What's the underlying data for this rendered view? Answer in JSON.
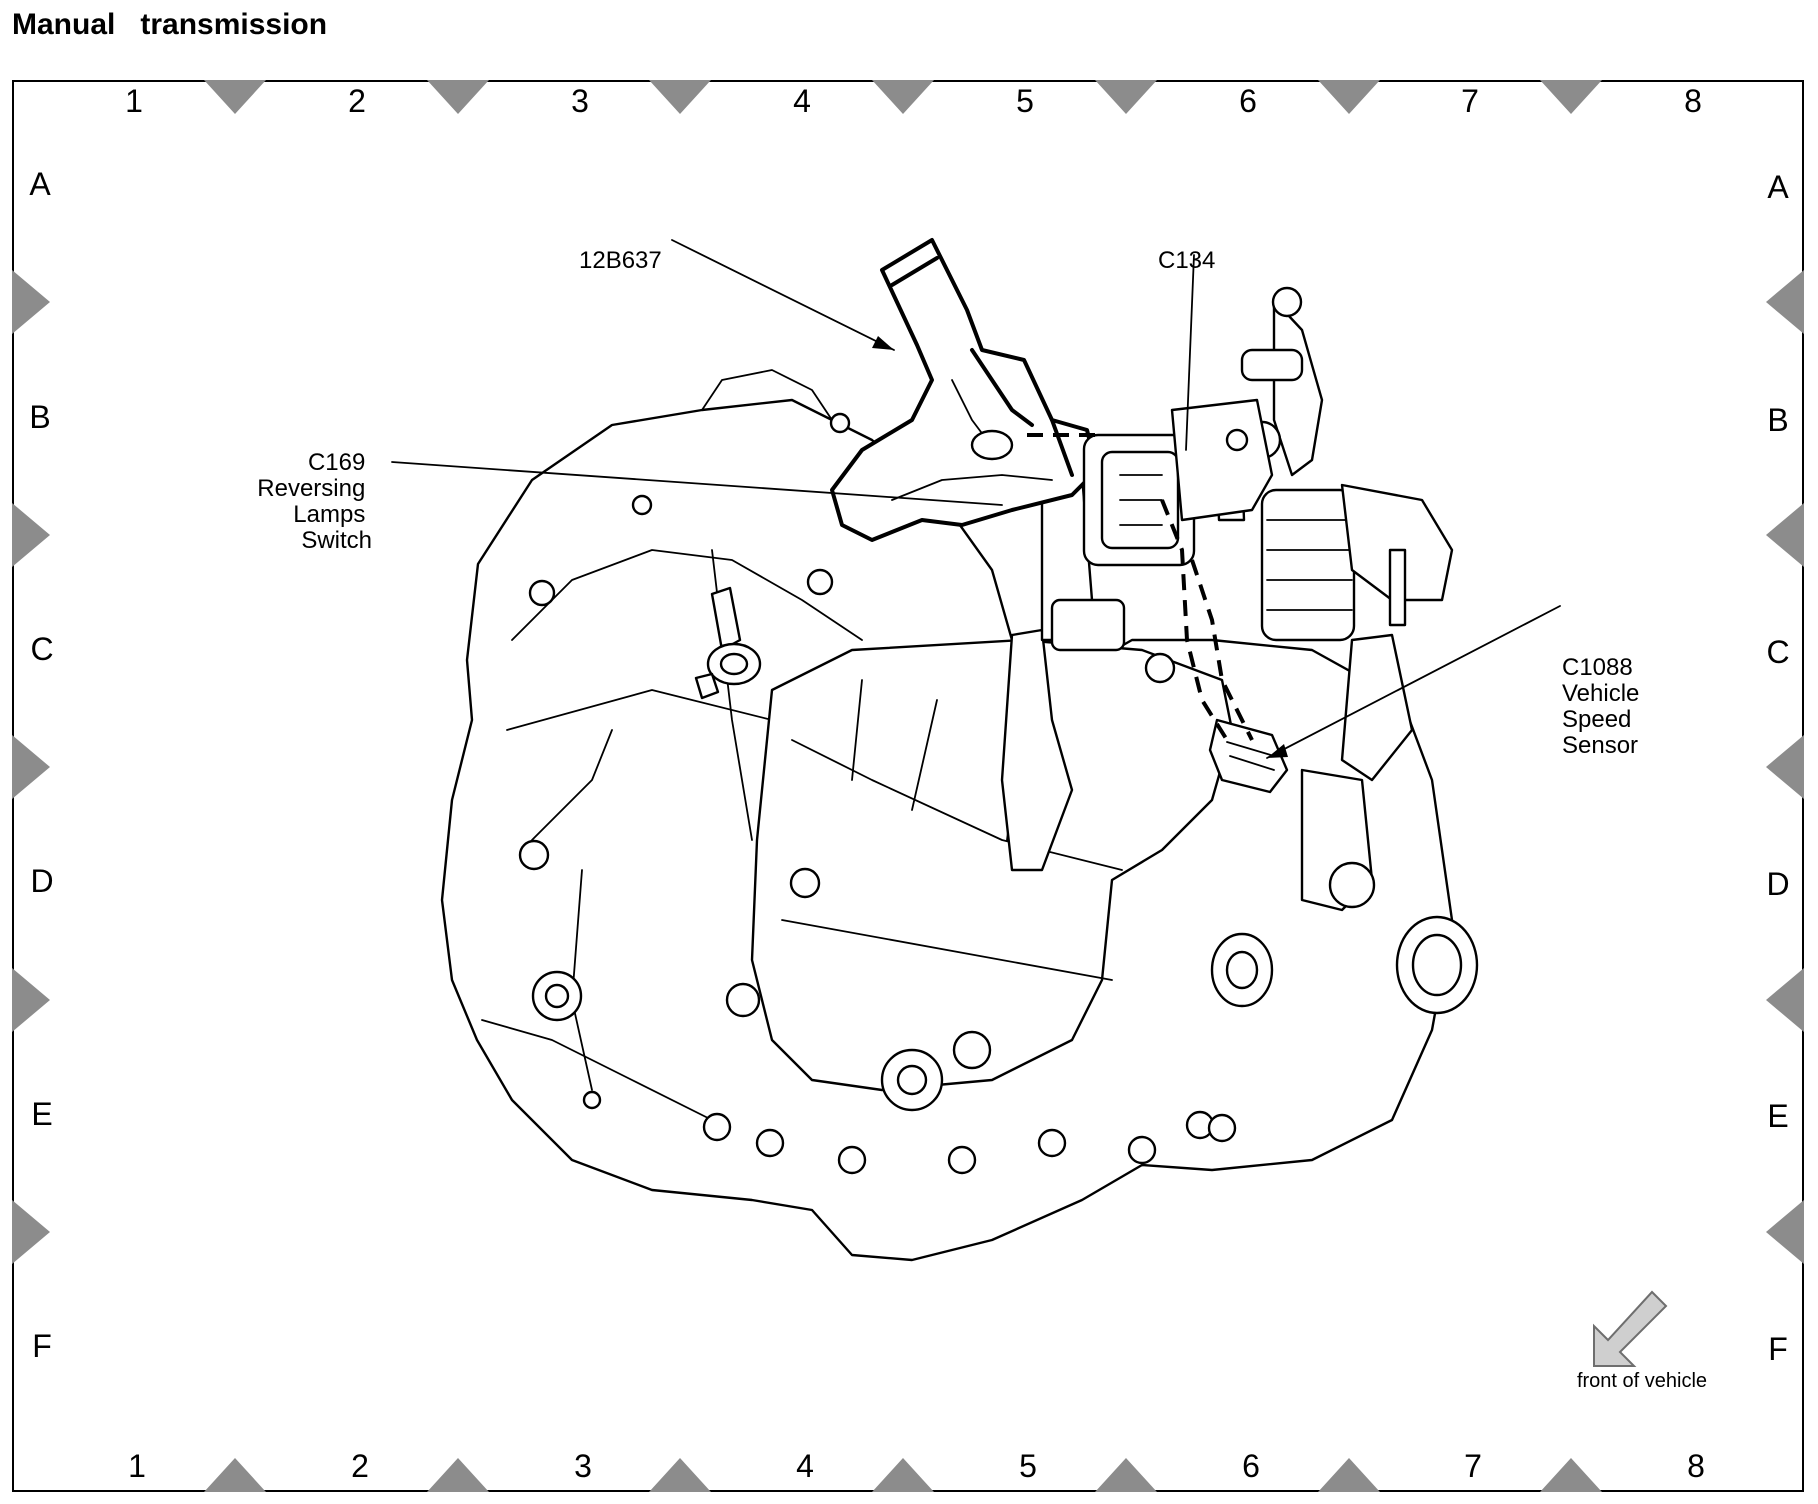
{
  "title": "Manual   transmission",
  "grid": {
    "columns": [
      "1",
      "2",
      "3",
      "4",
      "5",
      "6",
      "7",
      "8"
    ],
    "rows": [
      "A",
      "B",
      "C",
      "D",
      "E",
      "F"
    ]
  },
  "callouts": {
    "harness": "12B637",
    "c134": "C134",
    "c169": [
      "C169",
      "Reversing",
      "Lamps",
      "Switch"
    ],
    "c1088": [
      "C1088",
      "Vehicle",
      "Speed",
      "Sensor"
    ]
  },
  "orientation": {
    "label": "front of vehicle",
    "icon": "arrow-down-left-icon"
  },
  "colors": {
    "line": "#000000",
    "marker": "#8c8c8c",
    "background": "#ffffff"
  }
}
